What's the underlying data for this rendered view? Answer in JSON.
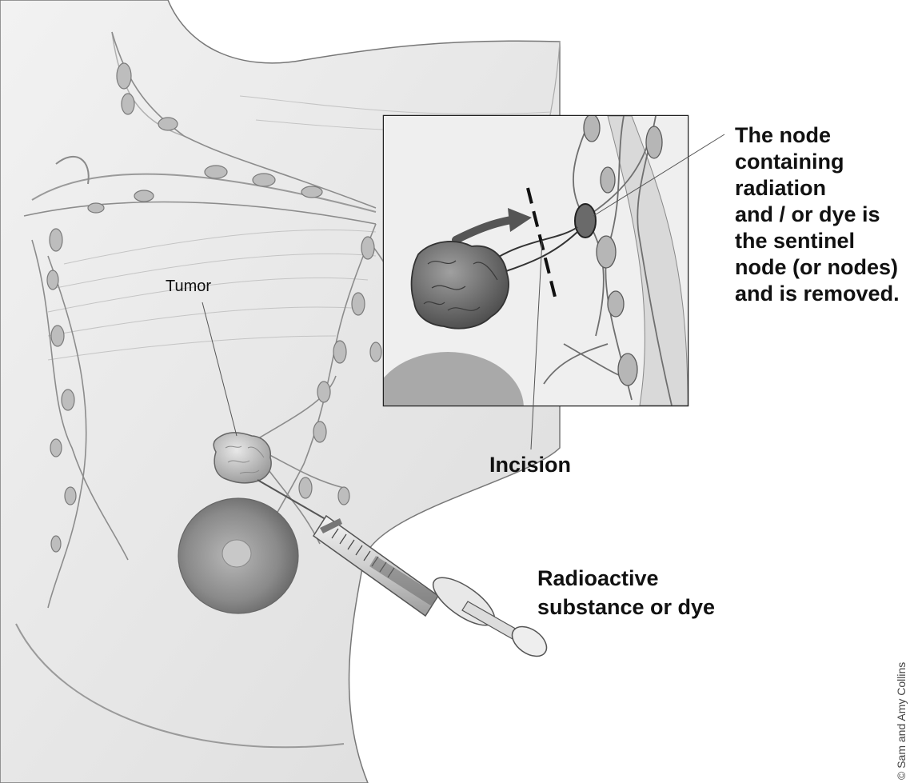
{
  "labels": {
    "tumor": "Tumor",
    "incision": "Incision",
    "injection": [
      "Radioactive",
      "substance or dye"
    ],
    "sentinel_note": [
      "The node",
      "containing",
      "radiation",
      "and / or dye is",
      "the sentinel",
      "node (or nodes)",
      "and is removed."
    ]
  },
  "credit": "© Sam and Amy Collins"
}
